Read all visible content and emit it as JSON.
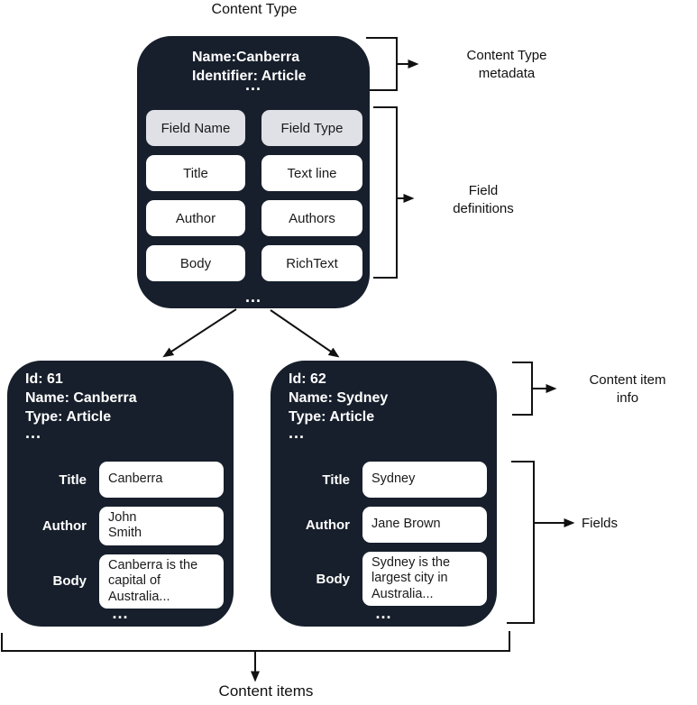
{
  "title": "Content Type",
  "colors": {
    "box_bg": "#171f2c",
    "header_cell_bg": "#e0e0e7",
    "cell_bg": "#ffffff",
    "line": "#111111",
    "text_dark": "#111111",
    "text_light": "#ffffff"
  },
  "content_type": {
    "name_line": "Name:Canberra",
    "identifier_line": "Identifier: Article",
    "meta_ellipsis": "...",
    "fields_ellipsis": "...",
    "table": {
      "headers": [
        "Field Name",
        "Field Type"
      ],
      "rows": [
        [
          "Title",
          "Text line"
        ],
        [
          "Author",
          "Authors"
        ],
        [
          "Body",
          "RichText"
        ]
      ]
    }
  },
  "annotations": {
    "content_type_metadata": {
      "line1": "Content Type",
      "line2": "metadata"
    },
    "field_definitions": {
      "line1": "Field",
      "line2": "definitions"
    },
    "content_item_info": {
      "line1": "Content item",
      "line2": "info"
    },
    "fields": "Fields",
    "content_items": "Content items"
  },
  "items": [
    {
      "id_line": "Id: 61",
      "name_line": "Name: Canberra",
      "type_line": "Type: Article",
      "meta_ellipsis": "...",
      "fields": [
        {
          "label": "Title",
          "value": "Canberra"
        },
        {
          "label": "Author",
          "value": "John\nSmith"
        },
        {
          "label": "Body",
          "value": "Canberra is the capital of Australia..."
        }
      ],
      "bottom_ellipsis": "..."
    },
    {
      "id_line": "Id: 62",
      "name_line": "Name: Sydney",
      "type_line": "Type: Article",
      "meta_ellipsis": "...",
      "fields": [
        {
          "label": "Title",
          "value": "Sydney"
        },
        {
          "label": "Author",
          "value": "Jane Brown"
        },
        {
          "label": "Body",
          "value": "Sydney is the largest city in Australia..."
        }
      ],
      "bottom_ellipsis": "..."
    }
  ]
}
